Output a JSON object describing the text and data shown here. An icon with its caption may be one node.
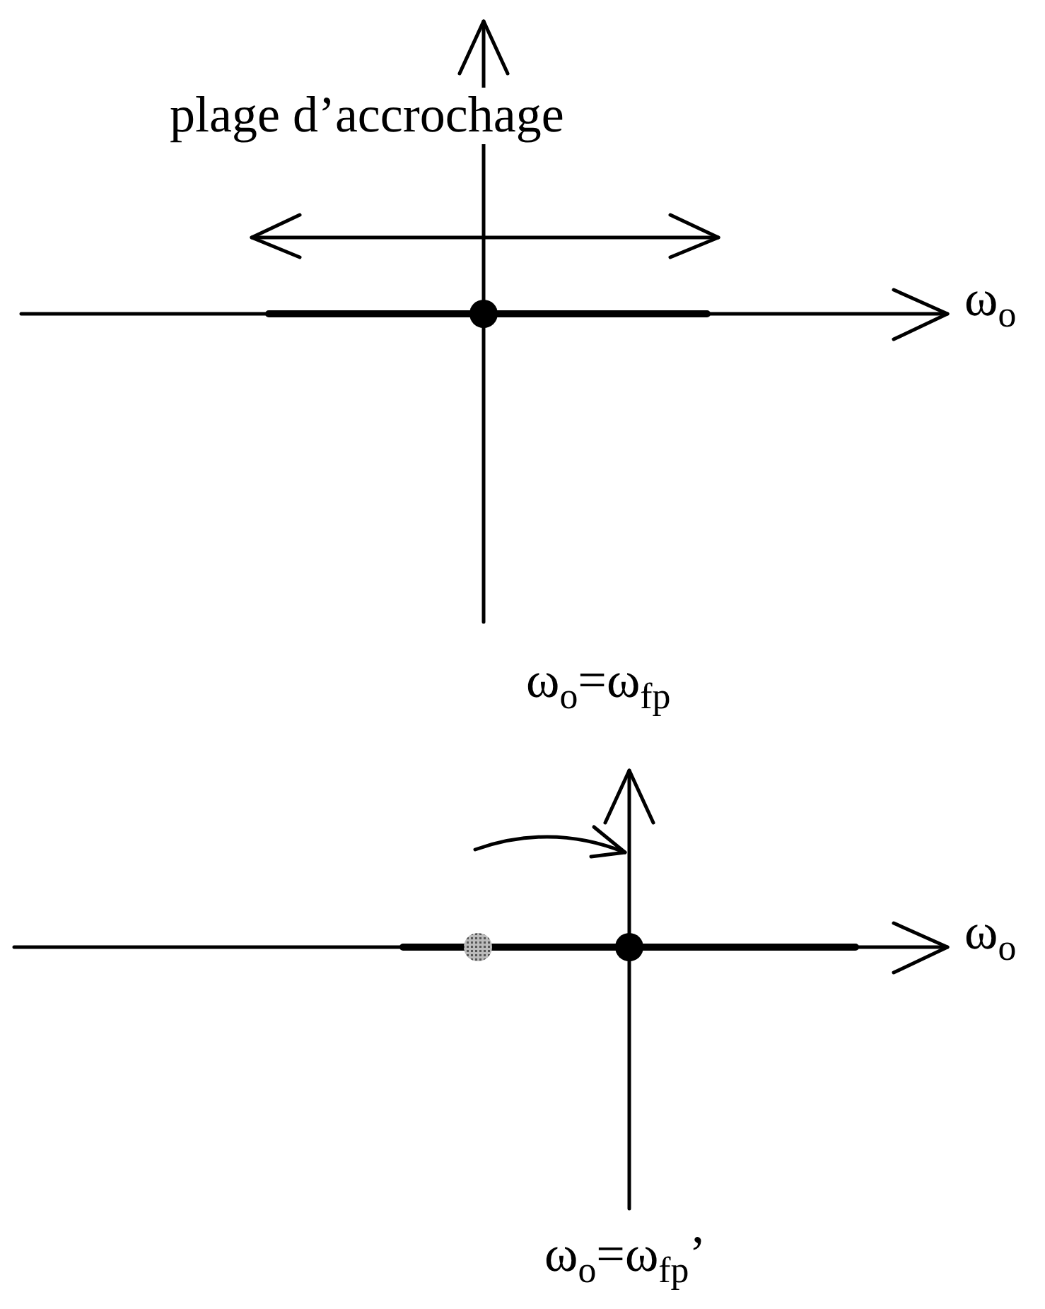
{
  "diagram": {
    "labels": [
      "plage d’accrochage",
      "ω$_{o}$",
      "ω$_{o}$=ω$_{fp}$",
      "ω$_{o}$",
      "ω$_{o}$=ω$_{fp}$’"
    ]
  }
}
